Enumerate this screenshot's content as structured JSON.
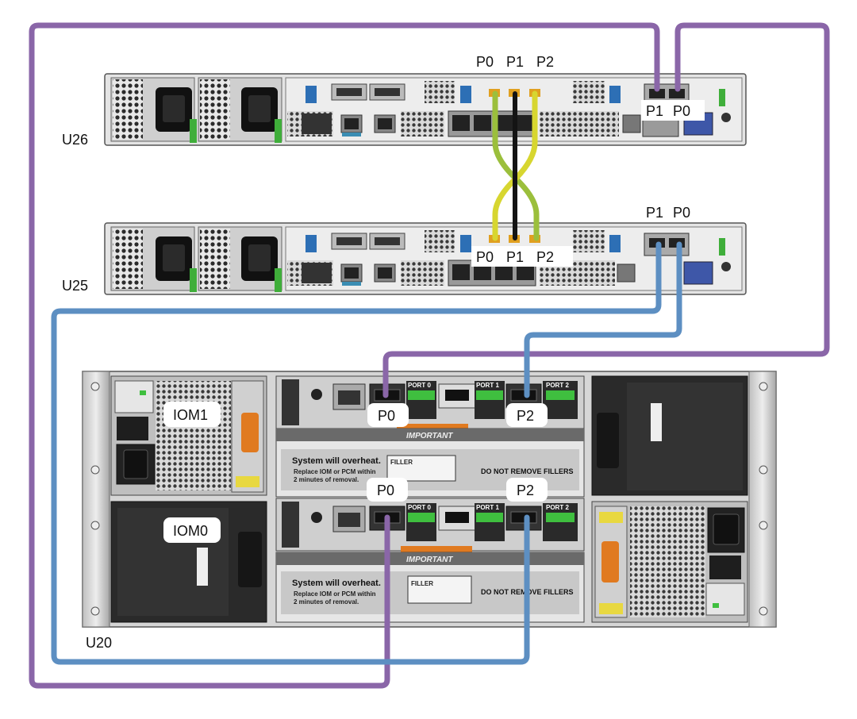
{
  "servers": {
    "upper": {
      "unit_label": "U26"
    },
    "lower": {
      "unit_label": "U25"
    }
  },
  "shelf": {
    "unit_label": "U20"
  },
  "upper_ports": {
    "cluster": [
      "P0",
      "P1",
      "P2"
    ],
    "hba": [
      "P1",
      "P0"
    ]
  },
  "lower_ports": {
    "cluster": [
      "P0",
      "P1",
      "P2"
    ],
    "hba": [
      "P1",
      "P0"
    ]
  },
  "iom1": {
    "label": "IOM1",
    "port_a": "P0",
    "port_b": "P2"
  },
  "iom0": {
    "label": "IOM0",
    "port_a": "P0",
    "port_b": "P2"
  },
  "panel": {
    "port0": "PORT 0",
    "port1": "PORT 1",
    "port2": "PORT 2",
    "important": "IMPORTANT",
    "overheat": "System will overheat.",
    "replace1": "Replace IOM or PCM within",
    "replace2": "2 minutes of removal.",
    "no_remove": "DO NOT REMOVE FILLERS",
    "filler": "FILLER"
  },
  "colors": {
    "purple_cable": "#8a66a8",
    "blue_cable": "#5d8fc2",
    "green_cable": "#9bbf3c",
    "yellow_cable": "#d7d630",
    "black_cable": "#141414",
    "chassis": "#dcdcdc",
    "dark_panel": "#2a2a2a",
    "led_green": "#3fbf3f"
  }
}
